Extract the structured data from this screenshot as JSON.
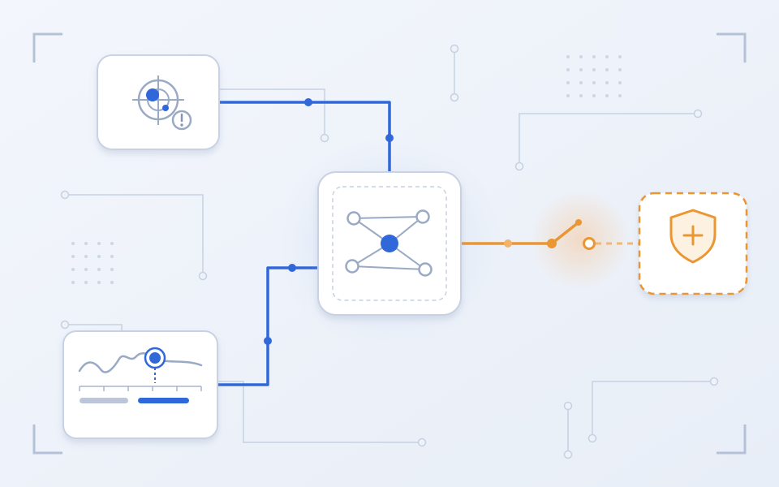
{
  "colors": {
    "background_top": "#f3f6fc",
    "background_bottom": "#e8eef7",
    "primary_blue": "#3068d9",
    "muted_line": "#c2cde0",
    "node_stroke": "#9aaac4",
    "card_fill": "#ffffff",
    "card_border": "#c8d2e3",
    "alert_orange": "#ea9632",
    "corner_bracket": "#b5c1d6"
  },
  "nodes": [
    {
      "id": "radar-sensor",
      "icon": "radar-target-icon",
      "badge": "alert-icon"
    },
    {
      "id": "network-hub",
      "icon": "network-graph-icon"
    },
    {
      "id": "signal-monitor",
      "icon": "waveform-chart-icon"
    },
    {
      "id": "protection-shield",
      "icon": "shield-plus-icon"
    }
  ],
  "connections": [
    {
      "from": "radar-sensor",
      "to": "network-hub",
      "style": "solid",
      "color": "primary_blue"
    },
    {
      "from": "signal-monitor",
      "to": "network-hub",
      "style": "solid",
      "color": "primary_blue"
    },
    {
      "from": "network-hub",
      "to": "protection-shield",
      "style": "open-switch",
      "color": "alert_orange"
    }
  ],
  "switch_state": "open"
}
